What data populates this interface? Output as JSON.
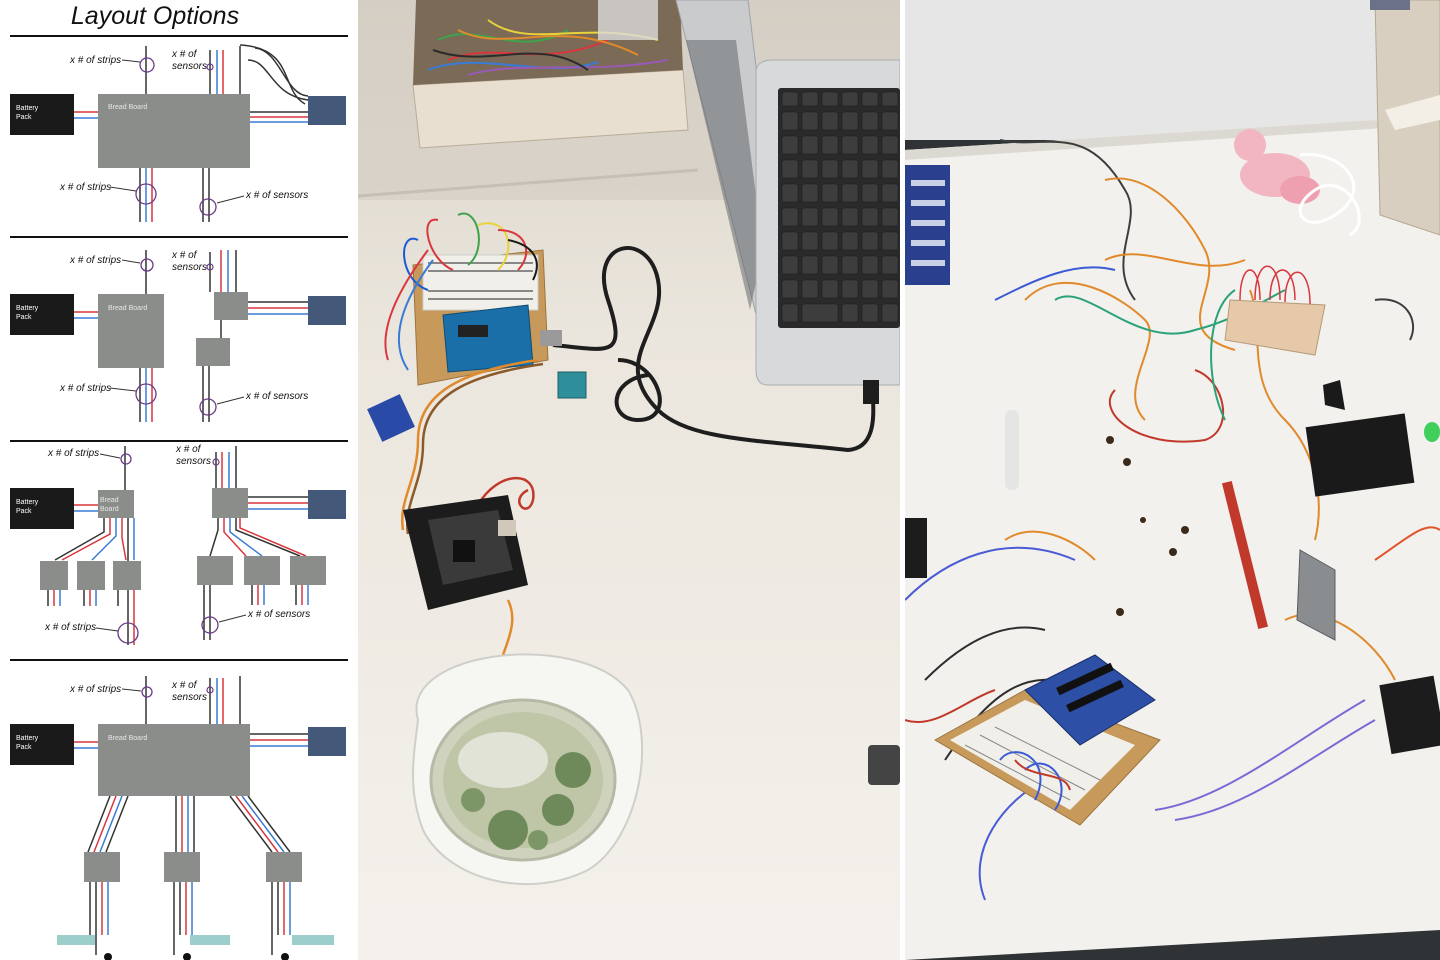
{
  "diagram": {
    "title": "Layout Options",
    "labels": {
      "strips": "x # of strips",
      "sensors": "x # of sensors",
      "sensors_top_line1": "x # of",
      "sensors_top_line2": "sensors",
      "battery_line1": "Battery",
      "battery_line2": "Pack",
      "bread_board": "Bread Board",
      "bread_line1": "Bread",
      "bread_line2": "Board"
    },
    "colors": {
      "wire_red": "#d9363e",
      "wire_blue": "#3a7bd5",
      "wire_dark": "#333333",
      "board": "#8a8d8a",
      "battery": "#1a1a1a",
      "output": "#44587a",
      "sensor_pad": "#9ccfcc",
      "circle": "#6a3a8a"
    },
    "options": [
      {
        "name": "option-1"
      },
      {
        "name": "option-2"
      },
      {
        "name": "option-3"
      },
      {
        "name": "option-4"
      }
    ]
  },
  "photos": [
    {
      "name": "desk-setup-photo",
      "subject": "arduino-servo-petri-dish"
    },
    {
      "name": "table-parts-photo",
      "subject": "wires-breadboards-components"
    }
  ]
}
